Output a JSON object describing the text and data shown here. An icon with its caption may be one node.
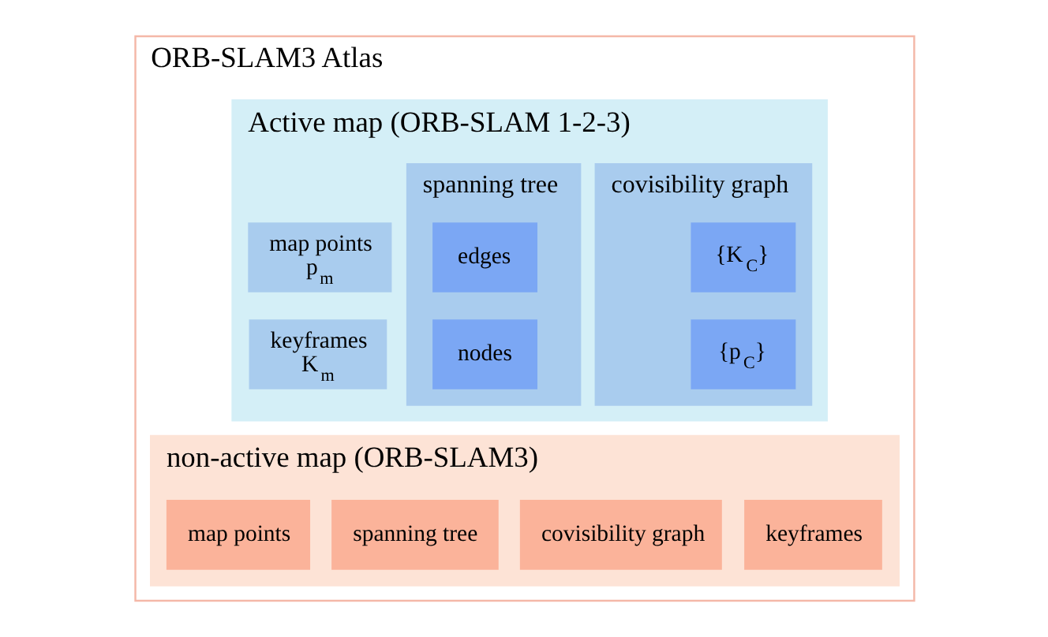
{
  "diagram": {
    "nodes": [
      {
        "text": [
          "ORB-SLAM3 Atlas"
        ]
      },
      {
        "text": [
          "Active map (ORB-SLAM 1-2-3)"
        ],
        "in": 0
      },
      {
        "text": [
          "map points",
          "p$_{m}$"
        ],
        "in": 1
      },
      {
        "text": [
          "keyframes",
          "K$_{m}$"
        ],
        "in": 1
      },
      {
        "text": [
          "covisibility graph"
        ],
        "in": 1
      },
      {
        "text": [
          "{K$_{C}$}"
        ],
        "in": 4
      },
      {
        "text": [
          "{p$_{C}$}"
        ],
        "in": 4
      },
      {
        "text": [
          "spanning tree"
        ],
        "in": 1
      },
      {
        "text": [
          "edges"
        ],
        "in": 7
      },
      {
        "text": [
          "nodes"
        ],
        "in": 7
      },
      {
        "text": [
          "non-active map (ORB-SLAM3)"
        ],
        "in": 0
      },
      {
        "text": [
          "map points"
        ],
        "in": 10
      },
      {
        "text": [
          "keyframes"
        ],
        "in": 10
      },
      {
        "text": [
          "covisibility graph"
        ],
        "in": 10
      },
      {
        "text": [
          "spanning tree"
        ],
        "in": 10
      }
    ],
    "edges": []
  }
}
